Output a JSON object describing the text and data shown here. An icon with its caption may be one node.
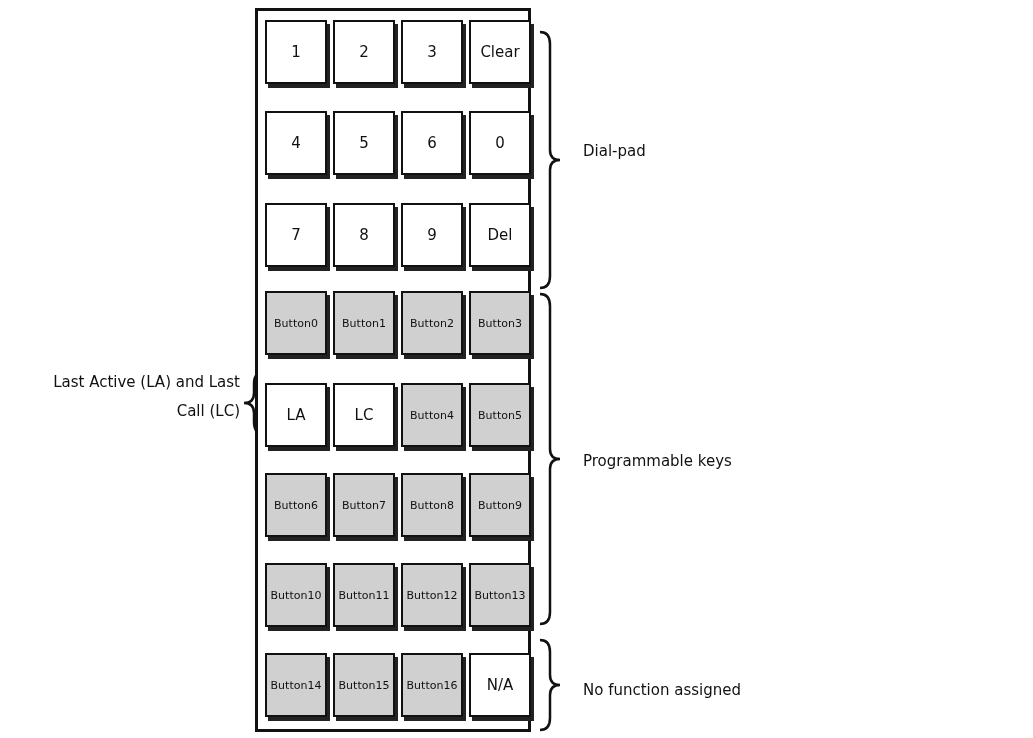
{
  "diagram": {
    "nodes": [
      {
        "text": [],
        "shape": "box"
      },
      {
        "text": [
          "1"
        ],
        "in": 0
      },
      {
        "text": [
          "2"
        ],
        "in": 0
      },
      {
        "text": [
          "3"
        ],
        "in": 0
      },
      {
        "text": [
          "Clear"
        ],
        "in": 0
      },
      {
        "text": [
          "4"
        ],
        "in": 0
      },
      {
        "text": [
          "5"
        ],
        "in": 0
      },
      {
        "text": [
          "6"
        ],
        "in": 0
      },
      {
        "text": [
          "0"
        ],
        "in": 0
      },
      {
        "text": [
          "7"
        ],
        "in": 0
      },
      {
        "text": [
          "8"
        ],
        "in": 0
      },
      {
        "text": [
          "9"
        ],
        "in": 0
      },
      {
        "text": [
          "Del"
        ],
        "in": 0
      },
      {
        "text": [
          "Button0"
        ],
        "in": 0
      },
      {
        "text": [
          "Button1"
        ],
        "in": 0
      },
      {
        "text": [
          "Button2"
        ],
        "in": 0
      },
      {
        "text": [
          "Button3"
        ],
        "in": 0
      },
      {
        "text": [
          "LA"
        ],
        "in": 0
      },
      {
        "text": [
          "LC"
        ],
        "in": 0
      },
      {
        "text": [
          "Button4"
        ],
        "in": 0
      },
      {
        "text": [
          "Button5"
        ],
        "in": 0
      },
      {
        "text": [
          "Button6"
        ],
        "in": 0
      },
      {
        "text": [
          "Button7"
        ],
        "in": 0
      },
      {
        "text": [
          "Button8"
        ],
        "in": 0
      },
      {
        "text": [
          "Button9"
        ],
        "in": 0
      },
      {
        "text": [
          "Button10"
        ],
        "in": 0
      },
      {
        "text": [
          "Button11"
        ],
        "in": 0
      },
      {
        "text": [
          "Button12"
        ],
        "in": 0
      },
      {
        "text": [
          "Button13"
        ],
        "in": 0
      },
      {
        "text": [
          "Button14"
        ],
        "in": 0
      },
      {
        "text": [
          "Button15"
        ],
        "in": 0
      },
      {
        "text": [
          "Button16"
        ],
        "in": 0
      },
      {
        "text": [
          "N/A"
        ],
        "in": 0
      }
    ],
    "edges": [],
    "labels": [
      "Dial-pad",
      "Last Active (LA) and Last Call (LC)",
      "Programmable keys",
      "No function assigned"
    ]
  }
}
